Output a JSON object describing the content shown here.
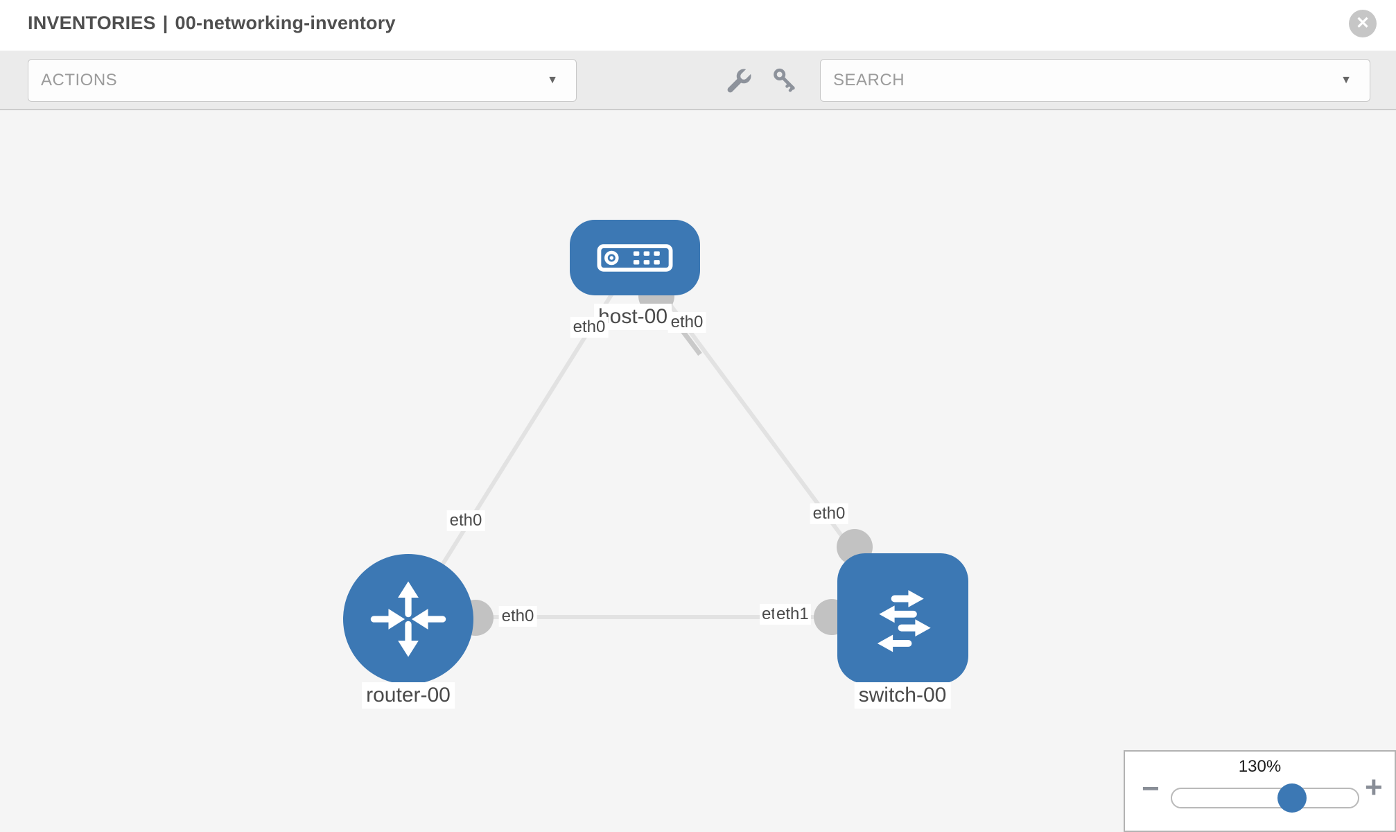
{
  "header": {
    "section": "INVENTORIES",
    "separator": "|",
    "inventory_name": "00-networking-inventory",
    "close_symbol": "✕"
  },
  "toolbar": {
    "actions": {
      "label": "ACTIONS",
      "caret": "▼"
    },
    "search": {
      "label": "SEARCH",
      "caret": "▼"
    }
  },
  "topology": {
    "nodes": [
      {
        "id": "host-00",
        "label": "host-00",
        "type": "host"
      },
      {
        "id": "router-00",
        "label": "router-00",
        "type": "router"
      },
      {
        "id": "switch-00",
        "label": "switch-00",
        "type": "switch"
      }
    ],
    "links": [
      {
        "from": "router-00",
        "to": "host-00",
        "from_port": "eth0",
        "to_port": "eth0"
      },
      {
        "from": "host-00",
        "to": "switch-00",
        "from_port": "eth0",
        "to_port": "eth0"
      },
      {
        "from": "router-00",
        "to": "switch-00",
        "from_port": "eth0",
        "to_ports": [
          "eth0",
          "eth1"
        ]
      }
    ],
    "port_labels": {
      "host_left": "eth0",
      "host_right": "eth0",
      "link_router_host": "eth0",
      "switch_top": "eth0",
      "near_router": "eth0",
      "near_switch_back": "eth0",
      "near_switch_front": "eth1"
    }
  },
  "zoom_control": {
    "level": "130%",
    "minus_symbol": "−",
    "plus_symbol": "+",
    "slider_position_pct": 64.6
  },
  "colors": {
    "node_blue": "#3C78B4",
    "link_gray": "#E2E2E2",
    "port_dot_gray": "#C2C2C2"
  }
}
